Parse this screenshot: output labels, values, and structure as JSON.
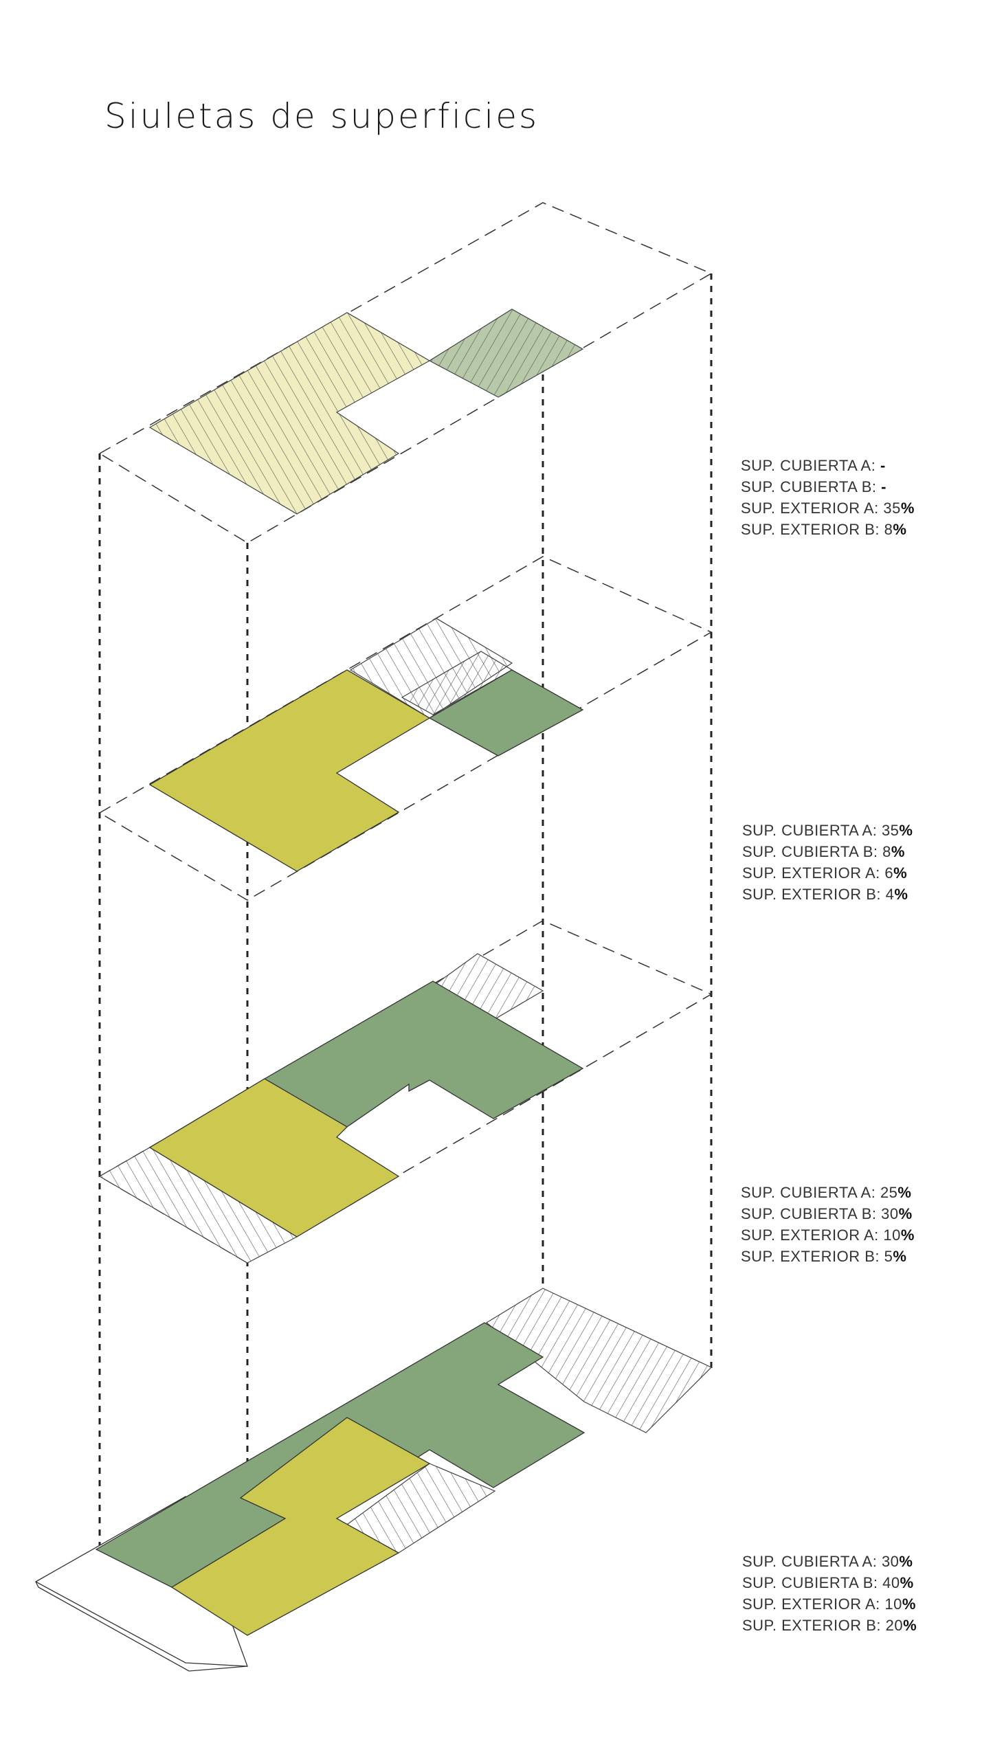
{
  "title": "Siuletas de superficies",
  "colors": {
    "yellow": "#cdc850",
    "pale_yellow": "#f0edc0",
    "green": "#85a57a",
    "pale_green": "#b7c9a9",
    "line": "#333333"
  },
  "levels": [
    {
      "rows": [
        {
          "label": "SUP. CUBIERTA A:",
          "value": "-",
          "unit": ""
        },
        {
          "label": "SUP. CUBIERTA B:",
          "value": "-",
          "unit": ""
        },
        {
          "label": "SUP. EXTERIOR A:",
          "value": "35",
          "unit": "%"
        },
        {
          "label": "SUP. EXTERIOR B:",
          "value": "8",
          "unit": "%"
        }
      ]
    },
    {
      "rows": [
        {
          "label": "SUP. CUBIERTA A:",
          "value": "35",
          "unit": "%"
        },
        {
          "label": "SUP. CUBIERTA B:",
          "value": "8",
          "unit": "%"
        },
        {
          "label": "SUP. EXTERIOR A:",
          "value": "6",
          "unit": "%"
        },
        {
          "label": "SUP. EXTERIOR B:",
          "value": "4",
          "unit": "%"
        }
      ]
    },
    {
      "rows": [
        {
          "label": "SUP. CUBIERTA A:",
          "value": "25",
          "unit": "%"
        },
        {
          "label": "SUP. CUBIERTA B:",
          "value": "30",
          "unit": "%"
        },
        {
          "label": "SUP. EXTERIOR A:",
          "value": "10",
          "unit": "%"
        },
        {
          "label": "SUP. EXTERIOR B:",
          "value": "5",
          "unit": "%"
        }
      ]
    },
    {
      "rows": [
        {
          "label": "SUP. CUBIERTA A:",
          "value": "30",
          "unit": "%"
        },
        {
          "label": "SUP. CUBIERTA B:",
          "value": "40",
          "unit": "%"
        },
        {
          "label": "SUP. EXTERIOR A:",
          "value": "10",
          "unit": "%"
        },
        {
          "label": "SUP. EXTERIOR B:",
          "value": "20",
          "unit": "%"
        }
      ]
    }
  ]
}
